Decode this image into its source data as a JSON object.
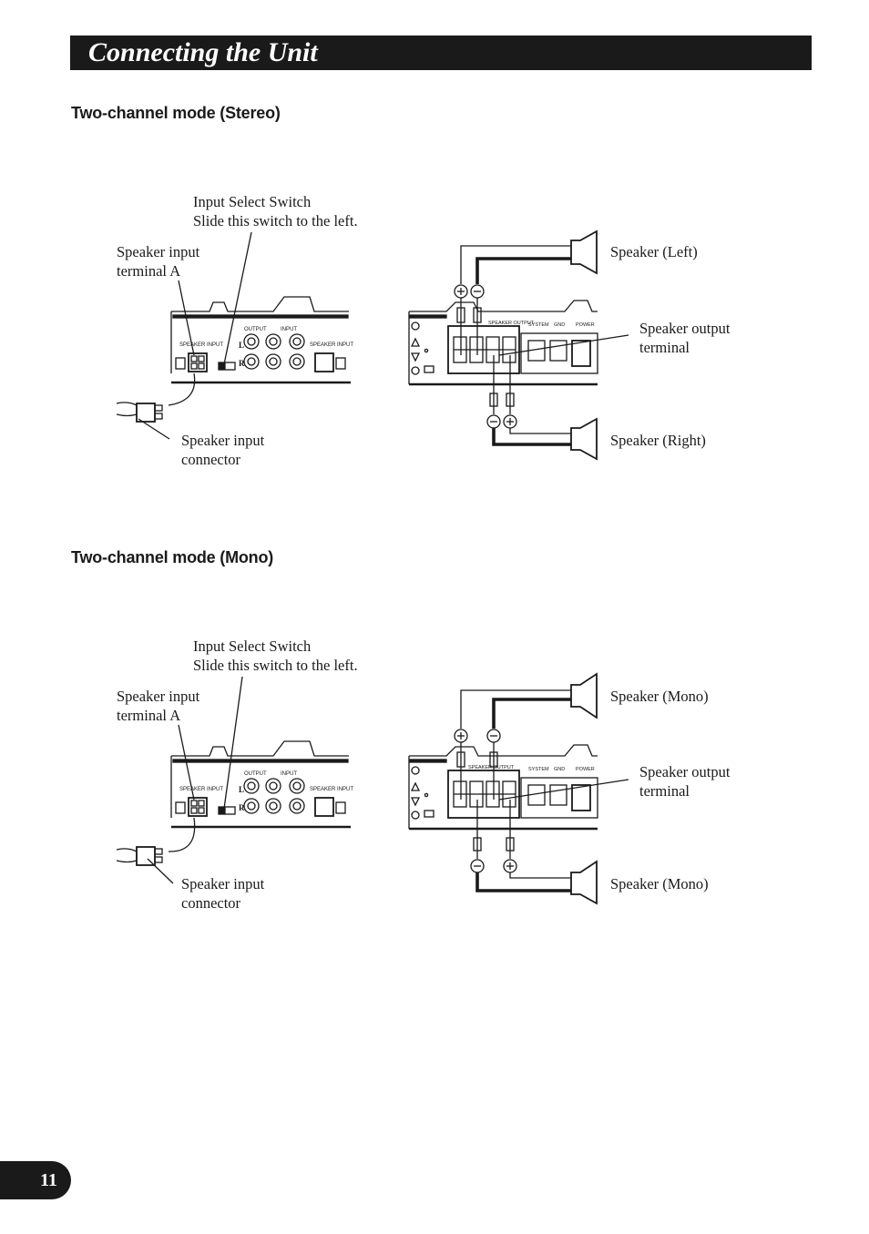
{
  "header": {
    "title": "Connecting the Unit"
  },
  "sections": [
    {
      "heading": "Two-channel mode (Stereo)",
      "labels": {
        "input_switch_1": "Input Select Switch",
        "input_switch_2": "Slide this switch to the left.",
        "terminal_a_1": "Speaker input",
        "terminal_a_2": "terminal A",
        "connector_1": "Speaker input",
        "connector_2": "connector",
        "speaker_top": "Speaker (Left)",
        "output_1": "Speaker output",
        "output_2": "terminal",
        "speaker_bottom": "Speaker (Right)"
      }
    },
    {
      "heading": "Two-channel mode (Mono)",
      "labels": {
        "input_switch_1": "Input Select Switch",
        "input_switch_2": "Slide this switch to the left.",
        "terminal_a_1": "Speaker input",
        "terminal_a_2": "terminal A",
        "connector_1": "Speaker input",
        "connector_2": "connector",
        "speaker_top": "Speaker (Mono)",
        "output_1": "Speaker output",
        "output_2": "terminal",
        "speaker_bottom": "Speaker (Mono)"
      }
    }
  ],
  "page_number": "11",
  "colors": {
    "ink": "#1a1a1a",
    "paper": "#ffffff"
  }
}
